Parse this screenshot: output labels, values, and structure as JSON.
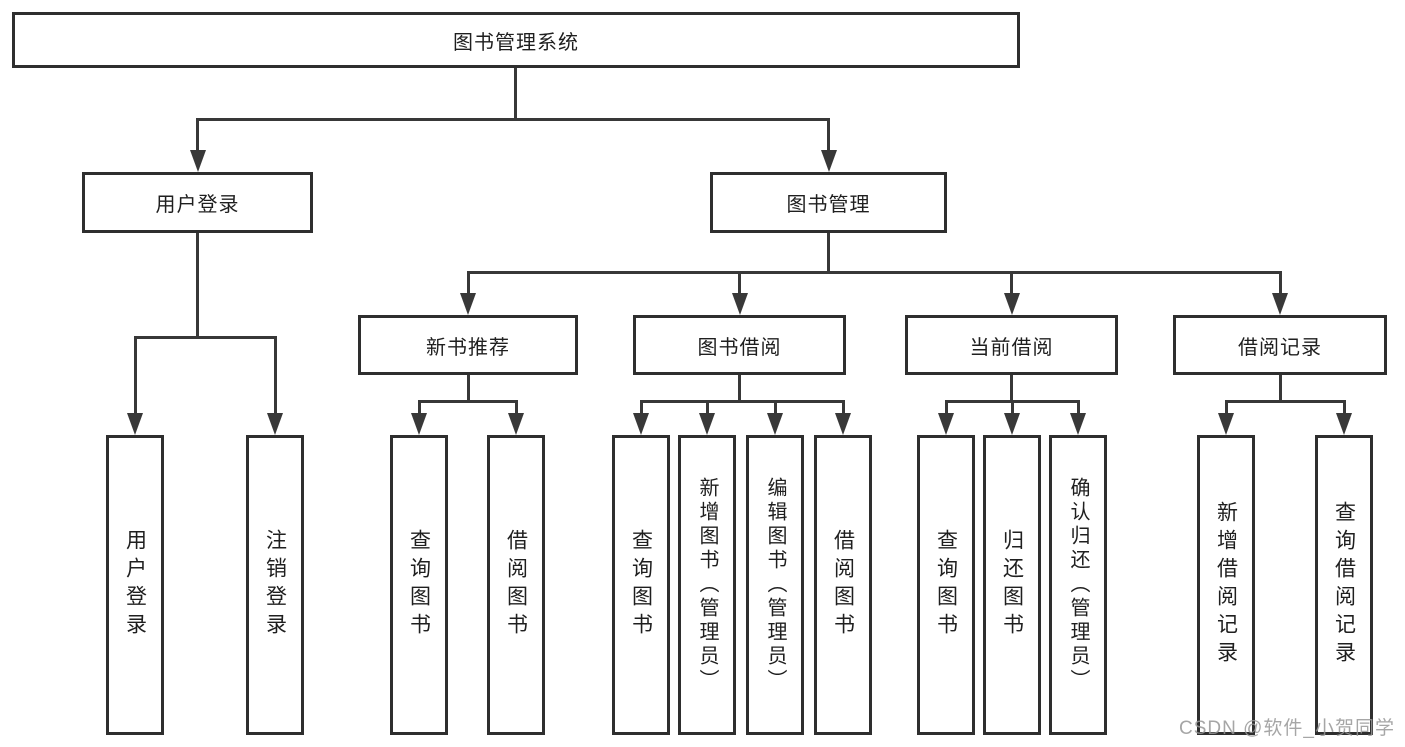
{
  "tree": {
    "label": "图书管理系统",
    "children": [
      {
        "label": "用户登录",
        "children": [
          {
            "label": "用户登录"
          },
          {
            "label": "注销登录"
          }
        ]
      },
      {
        "label": "图书管理",
        "children": [
          {
            "label": "新书推荐",
            "children": [
              {
                "label": "查询图书"
              },
              {
                "label": "借阅图书"
              }
            ]
          },
          {
            "label": "图书借阅",
            "children": [
              {
                "label": "查询图书"
              },
              {
                "label": "新增图书（管理员）"
              },
              {
                "label": "编辑图书（管理员）"
              },
              {
                "label": "借阅图书"
              }
            ]
          },
          {
            "label": "当前借阅",
            "children": [
              {
                "label": "查询图书"
              },
              {
                "label": "归还图书"
              },
              {
                "label": "确认归还（管理员）"
              }
            ]
          },
          {
            "label": "借阅记录",
            "children": [
              {
                "label": "新增借阅记录"
              },
              {
                "label": "查询借阅记录"
              }
            ]
          }
        ]
      }
    ]
  },
  "watermark": "CSDN @软件_小贺同学",
  "colors": {
    "box_border": "#2e2e2e",
    "connector": "#383838",
    "text": "#1f1f1f",
    "watermark_text": "#969696",
    "background": "#ffffff"
  }
}
